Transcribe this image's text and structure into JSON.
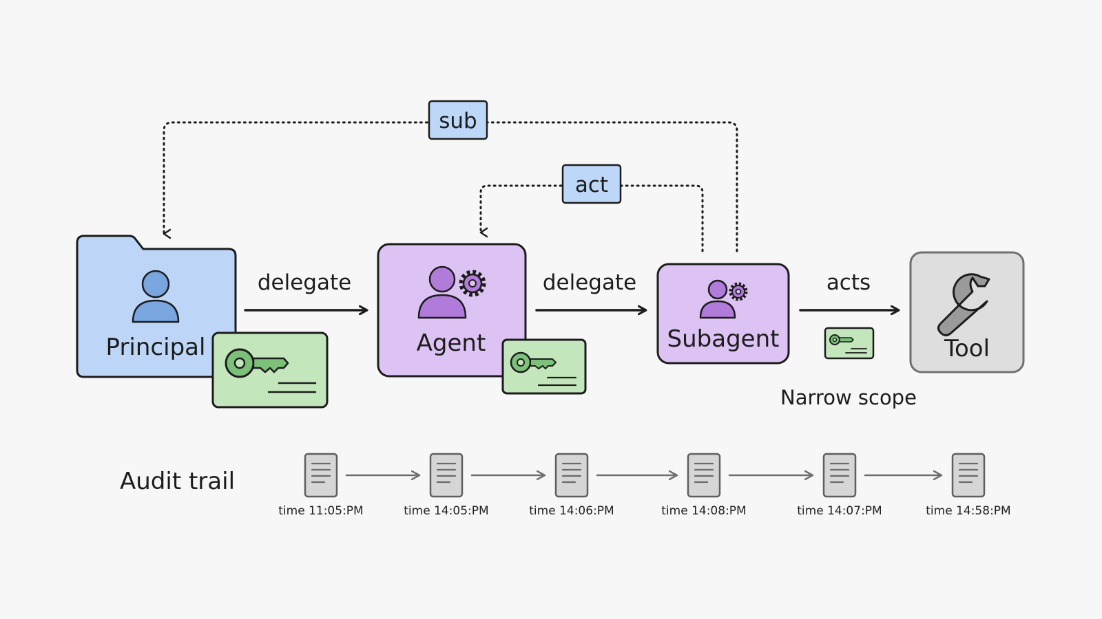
{
  "nodes": {
    "principal": "Principal",
    "agent": "Agent",
    "subagent": "Subagent",
    "tool": "Tool"
  },
  "edges": {
    "principal_to_agent": "delegate",
    "agent_to_subagent": "delegate",
    "subagent_to_tool": "acts"
  },
  "claims": {
    "sub": "sub",
    "act": "act"
  },
  "scope_note": "Narrow scope",
  "audit": {
    "title": "Audit trail",
    "entries": [
      "time 11:05:PM",
      "time 14:05:PM",
      "time 14:06:PM",
      "time 14:08:PM",
      "time 14:07:PM",
      "time 14:58:PM"
    ]
  },
  "colors": {
    "principal_fill": "#bdd6f7",
    "agent_fill": "#dcc3f3",
    "subagent_fill": "#dcc3f3",
    "tool_fill": "#dedede",
    "credential_fill": "#c4e6bd",
    "claim_chip_fill": "#bcd7f7",
    "principal_icon": "#7aa6e0",
    "agent_icon": "#b07bd9",
    "key_icon": "#7cc07a"
  }
}
